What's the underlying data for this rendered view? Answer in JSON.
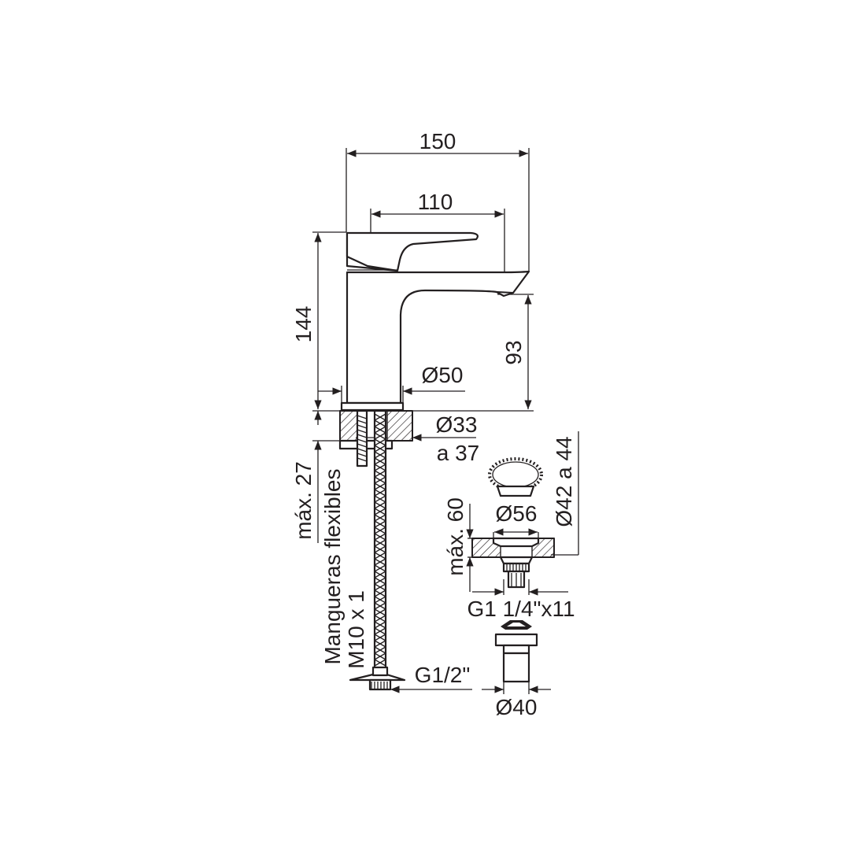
{
  "dimensions": {
    "total_width": "150",
    "lever_reach": "110",
    "total_height": "144",
    "spout_height": "93",
    "base_diameter": "Ø50",
    "hole_diameter": "Ø33",
    "hole_diameter_max": "a 37",
    "max_thickness_faucet": "máx. 27",
    "hoses_label": "Mangueras flexibles",
    "hoses_thread": "M10 x 1",
    "hose_connection": "G1/2\"",
    "drain_hole_range": "Ø42 a 44",
    "drain_flange": "Ø56",
    "max_thickness_drain": "máx. 60",
    "drain_thread": "G1 1/4\"x11",
    "drain_tail": "Ø40"
  }
}
